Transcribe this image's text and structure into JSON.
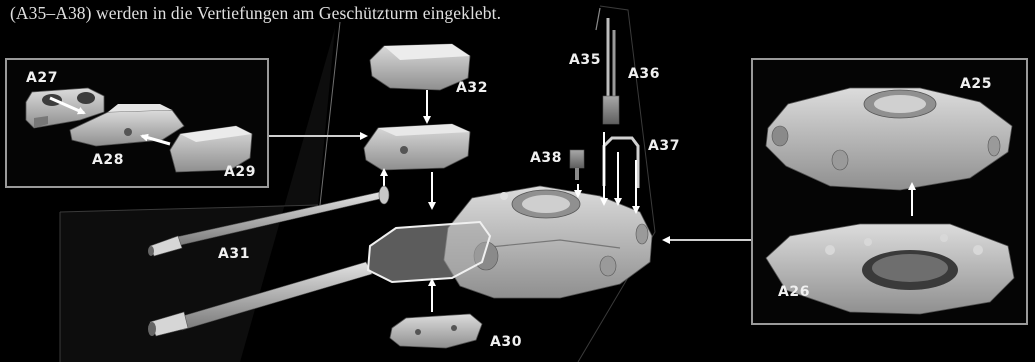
{
  "caption": "(A35–A38) werden in die Vertiefungen am Geschützturm eingeklebt.",
  "parts": {
    "a25": "A25",
    "a26": "A26",
    "a27": "A27",
    "a28": "A28",
    "a29": "A29",
    "a30": "A30",
    "a31": "A31",
    "a32": "A32",
    "a35": "A35",
    "a36": "A36",
    "a37": "A37",
    "a38": "A38"
  },
  "colors": {
    "background": "#000000",
    "panel_border": "#9a9a9a",
    "part_gray": "#b5b5b5",
    "arrow": "#ffffff",
    "text": "#f0f0f0"
  }
}
